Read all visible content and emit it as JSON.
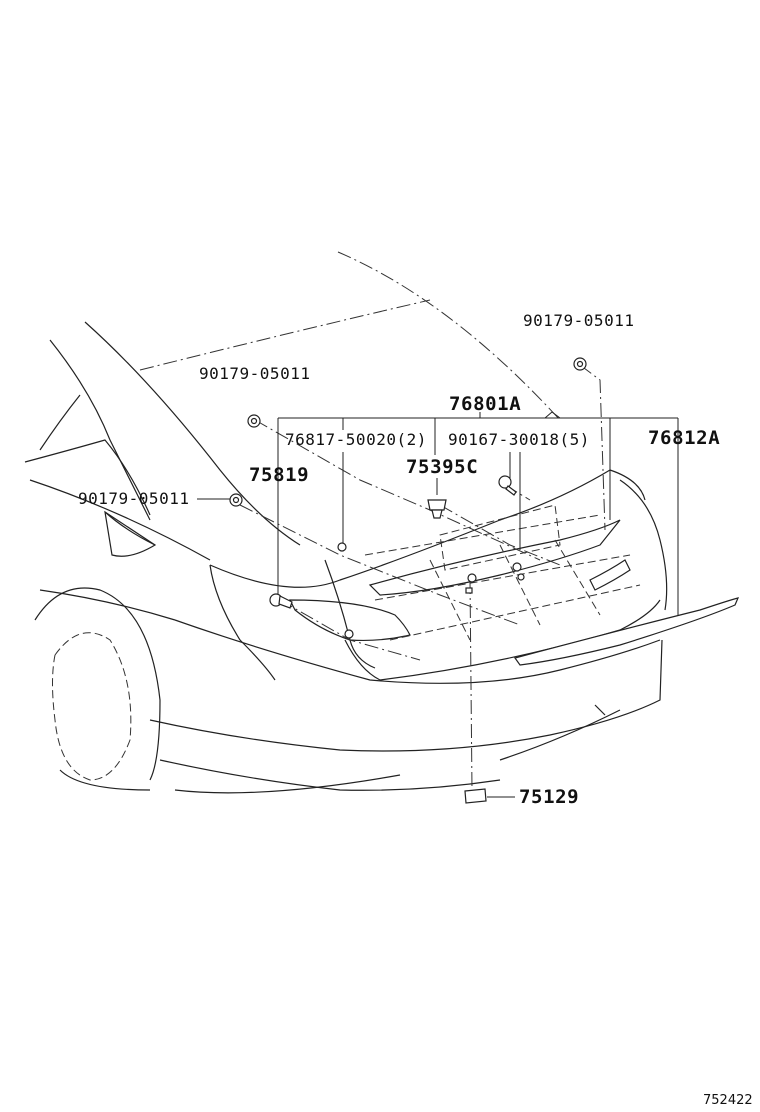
{
  "labels": {
    "clip_top_right": "90179-05011",
    "clip_top_left": "90179-05011",
    "clip_left": "90179-05011",
    "garnish_assy": "76801A",
    "nut_76817": "76817-50020(2)",
    "screw_90167": "90167-30018(5)",
    "spoiler": "76812A",
    "emblem_75819": "75819",
    "emblem_75395c": "75395C",
    "plug_75129": "75129"
  },
  "figure_ref": "752422"
}
